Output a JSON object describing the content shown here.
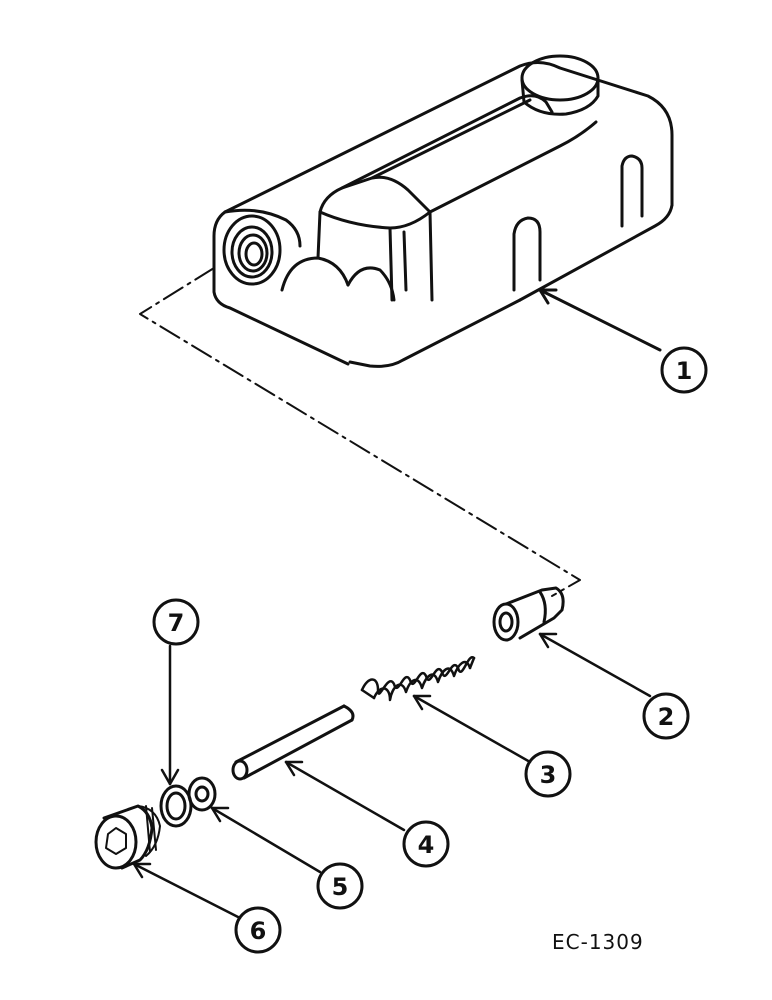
{
  "diagram": {
    "reference_code": "EC-1309",
    "callouts": [
      {
        "number": "1",
        "part": "valve-housing"
      },
      {
        "number": "2",
        "part": "valve-plunger"
      },
      {
        "number": "3",
        "part": "spring"
      },
      {
        "number": "4",
        "part": "pin"
      },
      {
        "number": "5",
        "part": "washer"
      },
      {
        "number": "6",
        "part": "plug"
      },
      {
        "number": "7",
        "part": "o-ring"
      }
    ]
  },
  "colors": {
    "ink": "#111111",
    "paper": "#ffffff"
  }
}
